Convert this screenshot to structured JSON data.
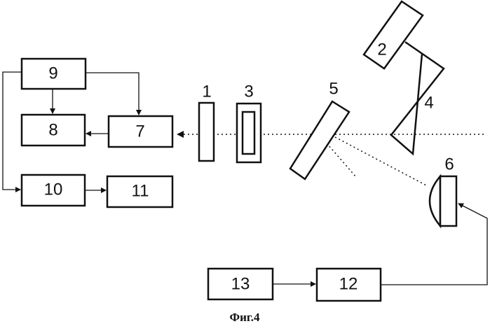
{
  "labels": {
    "b1": "1",
    "b2": "2",
    "b3": "3",
    "b4": "4",
    "b5": "5",
    "b6": "6",
    "b7": "7",
    "b8": "8",
    "b9": "9",
    "b10": "10",
    "b11": "11",
    "b12": "12",
    "b13": "13"
  },
  "caption": "Фиг.4"
}
